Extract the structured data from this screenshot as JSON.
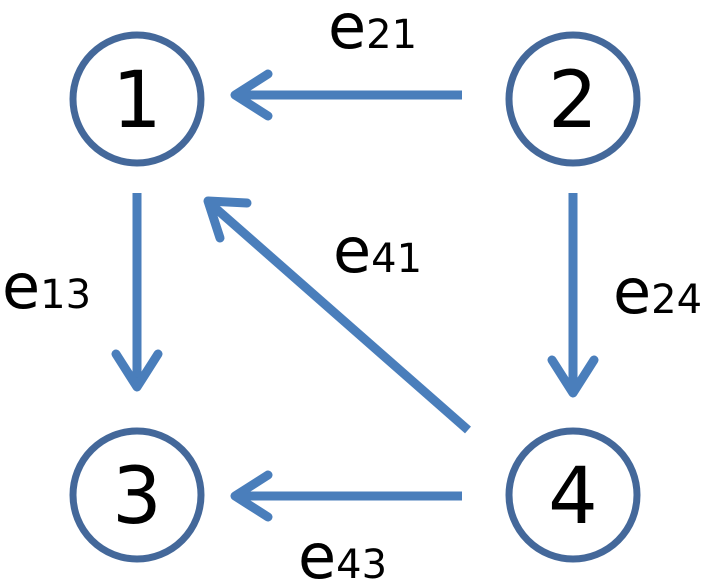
{
  "nodes": [
    {
      "id": "1",
      "label": "1"
    },
    {
      "id": "2",
      "label": "2"
    },
    {
      "id": "3",
      "label": "3"
    },
    {
      "id": "4",
      "label": "4"
    }
  ],
  "edges": [
    {
      "from": "2",
      "to": "1",
      "symbol": "e",
      "subscript": "21"
    },
    {
      "from": "1",
      "to": "3",
      "symbol": "e",
      "subscript": "13"
    },
    {
      "from": "4",
      "to": "1",
      "symbol": "e",
      "subscript": "41"
    },
    {
      "from": "2",
      "to": "4",
      "symbol": "e",
      "subscript": "24"
    },
    {
      "from": "4",
      "to": "3",
      "symbol": "e",
      "subscript": "43"
    }
  ],
  "colors": {
    "node_stroke": "#44689a",
    "edge": "#4a7ebb",
    "text": "#000000"
  }
}
